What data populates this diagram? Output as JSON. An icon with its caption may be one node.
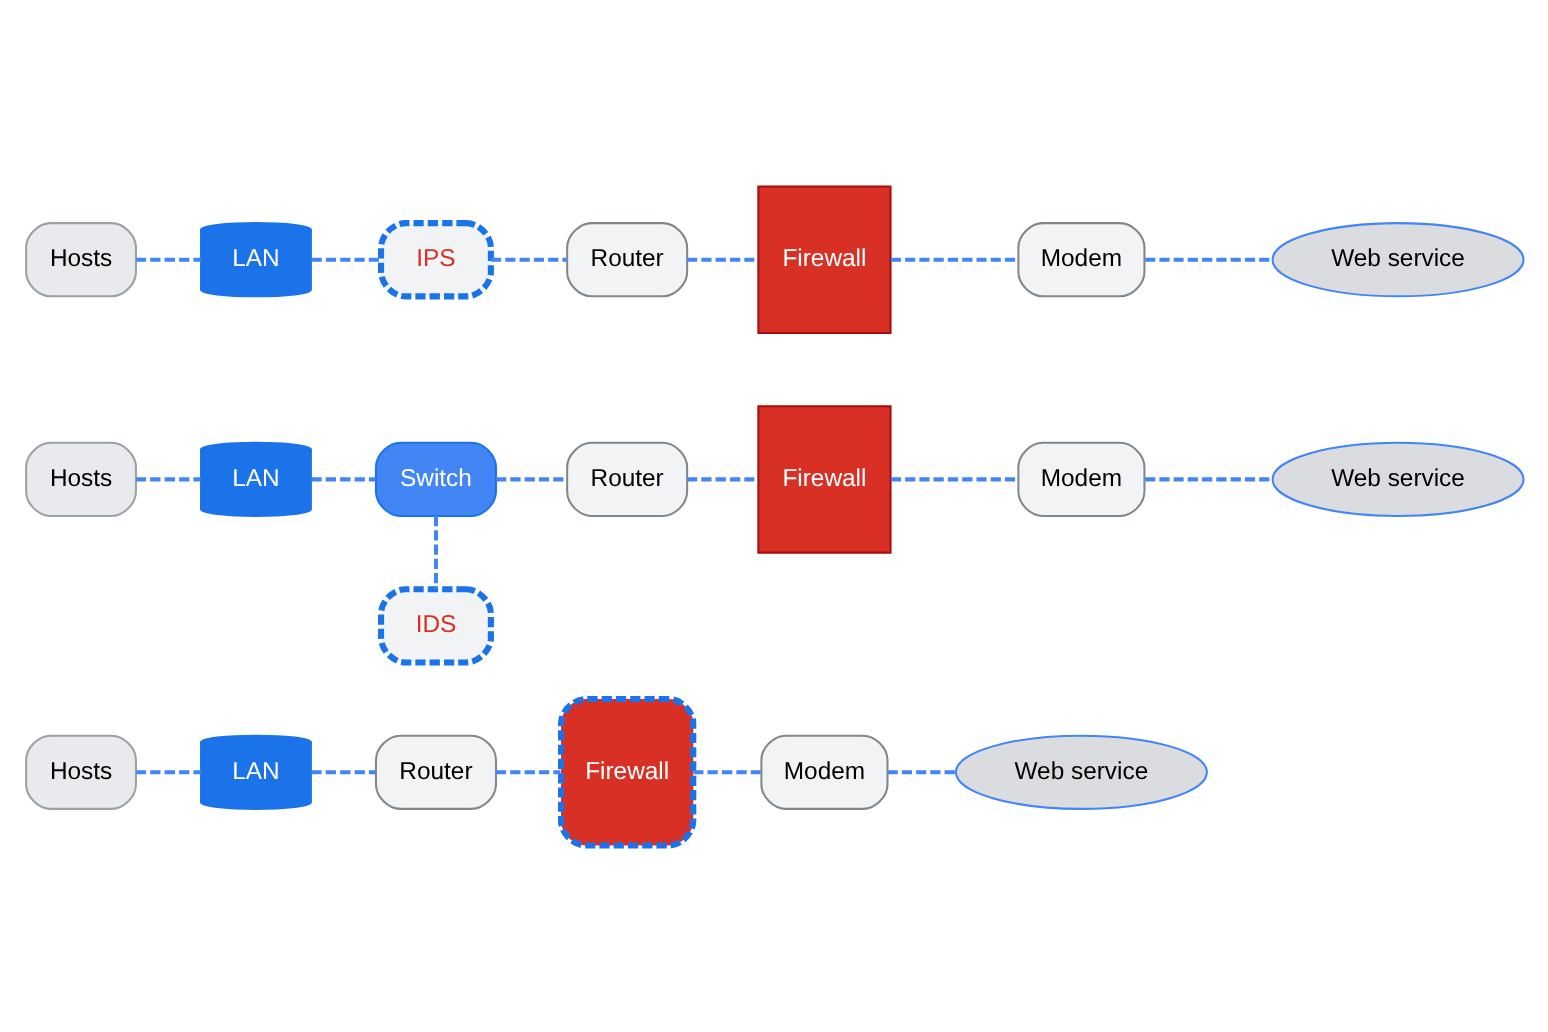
{
  "diagram": {
    "nodes": [
      {
        "text": [
          "Hosts"
        ]
      },
      {
        "text": [
          "LAN"
        ]
      },
      {
        "text": [
          "Router"
        ]
      },
      {
        "text": [
          "Firewall"
        ]
      },
      {
        "text": [
          "Modem"
        ]
      },
      {
        "text": [
          "Web service"
        ]
      },
      {
        "text": [
          "Hosts"
        ]
      },
      {
        "text": [
          "LAN"
        ]
      },
      {
        "text": [
          "Switch"
        ]
      },
      {
        "text": [
          "IDS"
        ]
      },
      {
        "text": [
          "Router"
        ]
      },
      {
        "text": [
          "Firewall"
        ]
      },
      {
        "text": [
          "Modem"
        ]
      },
      {
        "text": [
          "Web service"
        ]
      },
      {
        "text": [
          "Hosts"
        ]
      },
      {
        "text": [
          "LAN"
        ]
      },
      {
        "text": [
          "IPS"
        ]
      },
      {
        "text": [
          "Router"
        ]
      },
      {
        "text": [
          "Firewall"
        ]
      },
      {
        "text": [
          "Modem"
        ]
      },
      {
        "text": [
          "Web service"
        ]
      }
    ],
    "edges": [
      {
        "from": 0,
        "to": 1,
        "arrow": "none",
        "style": "dashed"
      },
      {
        "from": 1,
        "to": 2,
        "arrow": "none",
        "style": "dashed"
      },
      {
        "from": 2,
        "to": 3,
        "arrow": "none",
        "style": "dashed"
      },
      {
        "from": 3,
        "to": 4,
        "arrow": "none",
        "style": "dashed"
      },
      {
        "from": 4,
        "to": 5,
        "arrow": "none",
        "style": "dashed"
      },
      {
        "from": 6,
        "to": 7,
        "arrow": "none",
        "style": "dashed"
      },
      {
        "from": 7,
        "to": 8,
        "arrow": "none",
        "style": "dashed"
      },
      {
        "from": 8,
        "to": 9,
        "arrow": "none",
        "style": "dashed"
      },
      {
        "from": 8,
        "to": 10,
        "arrow": "none",
        "style": "dashed"
      },
      {
        "from": 10,
        "to": 11,
        "arrow": "none",
        "style": "dashed"
      },
      {
        "from": 11,
        "to": 12,
        "arrow": "none",
        "style": "dashed"
      },
      {
        "from": 12,
        "to": 13,
        "arrow": "none",
        "style": "dashed"
      },
      {
        "from": 14,
        "to": 15,
        "arrow": "none",
        "style": "dashed"
      },
      {
        "from": 15,
        "to": 16,
        "arrow": "none",
        "style": "dashed"
      },
      {
        "from": 16,
        "to": 17,
        "arrow": "none",
        "style": "dashed"
      },
      {
        "from": 17,
        "to": 18,
        "arrow": "none",
        "style": "dashed"
      },
      {
        "from": 18,
        "to": 19,
        "arrow": "none",
        "style": "dashed"
      },
      {
        "from": 19,
        "to": 20,
        "arrow": "none",
        "style": "dashed"
      }
    ]
  }
}
